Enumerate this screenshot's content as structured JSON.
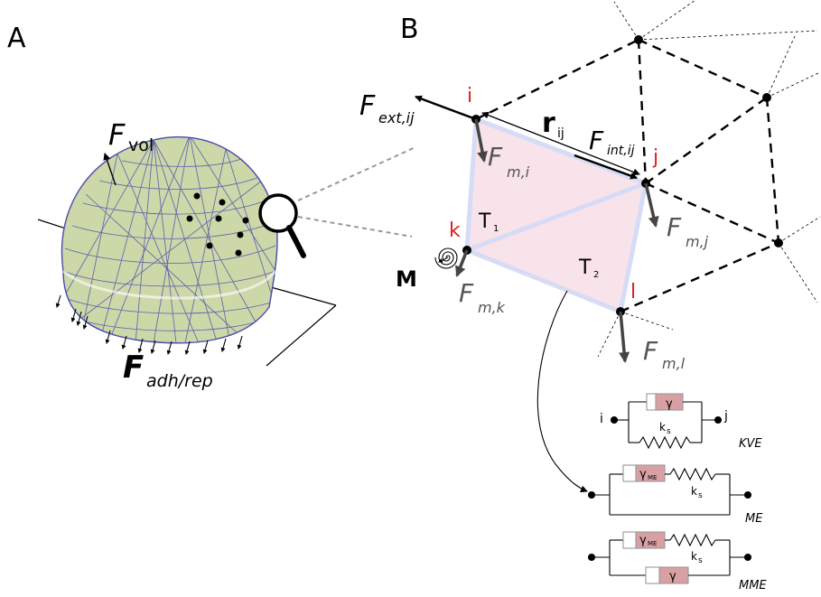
{
  "panels": {
    "a": "A",
    "b": "B"
  },
  "panel_a": {
    "f_vol_main": "F",
    "f_vol_sub": "vol",
    "f_adh_main": "F",
    "f_adh_sub": "adh/rep"
  },
  "panel_b": {
    "node_i": "i",
    "node_j": "j",
    "node_k": "k",
    "node_l": "l",
    "f_ext_main": "F",
    "f_ext_sub": "ext,ij",
    "r_main": "r",
    "r_sub": "ij",
    "f_int_main": "F",
    "f_int_sub": "int,ij",
    "f_mi_main": "F",
    "f_mi_sub": "m,i",
    "f_mj_main": "F",
    "f_mj_sub": "m,j",
    "f_mk_main": "F",
    "f_mk_sub": "m,k",
    "f_ml_main": "F",
    "f_ml_sub": "m,l",
    "t1_main": "T",
    "t1_sub": "1",
    "t2_main": "T",
    "t2_sub": "2",
    "m_label": "M"
  },
  "models": {
    "kve": {
      "name": "KVE",
      "left": "i",
      "right": "j",
      "gamma": "γ",
      "ks_main": "k",
      "ks_sub": "s"
    },
    "me": {
      "name": "ME",
      "gamma_main": "γ",
      "gamma_sub": "ME",
      "ks_main": "k",
      "ks_sub": "s"
    },
    "mme": {
      "name": "MME",
      "gamma_me_main": "γ",
      "gamma_me_sub": "ME",
      "gamma": "γ",
      "ks_main": "k",
      "ks_sub": "s"
    }
  },
  "colors": {
    "red_label": "#e0201c",
    "triangle_fill": "#f9e3ea",
    "triangle_edge": "#d6dcf5",
    "dome_fill": "#ccd8a8",
    "dome_mesh": "#4a4ab0",
    "dashpot": "#d9a0a4",
    "force_gray": "#555555"
  }
}
